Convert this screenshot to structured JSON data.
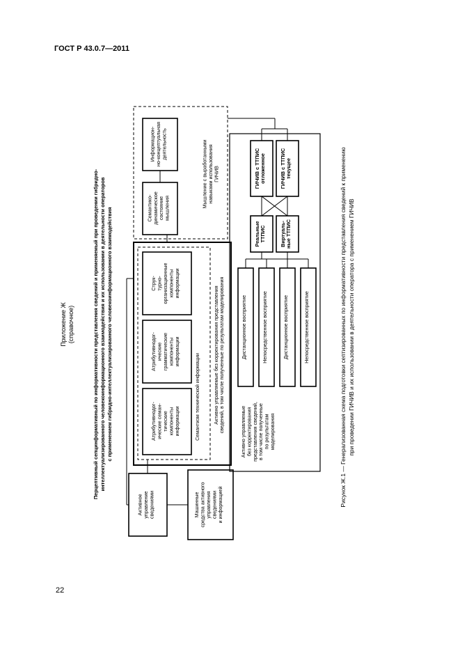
{
  "page": {
    "header": "ГОСТ Р 43.0.7—2011",
    "page_number": "22",
    "appendix_title": "Приложение Ж",
    "appendix_note": "(справочное)"
  },
  "figure": {
    "title": [
      "Перцептивный сепцинформативный по информативности представления сведений и применяемый при проведении гибридно-",
      "интеллектуализированного человекоинформационного взаимодействия и их использовании в деятельности операторов",
      "с применением гибридно-интеллектуализированного человекоинформационного взаимодействия"
    ],
    "caption": [
      "Рисунок Ж.1 — Генерализованная схема подготовки септизированных по информативности представления сведений к применению",
      "при проведении ГИЧИВ и их использовании в деятельности оператора с применением ГИЧИВ"
    ],
    "boxes": {
      "active_management": [
        "Активное",
        "управление",
        "сведениями"
      ],
      "machine_means": [
        "Машинные",
        "средства активного",
        "управления",
        "сведениями",
        "и информацией"
      ],
      "attr_semantic": [
        "Атрибутивнодог-",
        "ические семан-",
        "тические",
        "компоненты",
        "информации"
      ],
      "attr_grammatical": [
        "Атрибутивнодог-",
        "ические",
        "грамматические",
        "компоненты",
        "информации"
      ],
      "struct_org": [
        "Струк-",
        "турно-",
        "организационные",
        "компоненты",
        "информации"
      ],
      "semantic_tech_label": "Семантизм технической информации",
      "active_mgmt_caption": [
        "Активно управляемые без корректирования представления",
        "сведений, в том числе полученные по результатам моделирования"
      ],
      "thinking_caption": [
        "Мышление с выработанными",
        "навыками использования",
        "ГИЧИВ"
      ],
      "semantic_dynamic": [
        "Семантико-",
        "динамическое",
        "состояние",
        "мышления"
      ],
      "info_conceptual": [
        "Информацион-",
        "но-концептуальная",
        "деятельность"
      ],
      "real_ttpis": [
        "Реальные",
        "ТТПИС"
      ],
      "virtual_ttpis": [
        "Виртуаль-",
        "ные ТТПИС"
      ],
      "gichiv_delayed": [
        "ГИЧИВ с ТТПИС",
        "отложенное"
      ],
      "gichiv_current": [
        "ГИЧИВ с ТТПИС",
        "текущее"
      ],
      "perception": [
        "Дистанционное восприятие",
        "Непосредственное восприятие",
        "Дистанционное восприятие",
        "Непосредственное восприятие"
      ],
      "bottom_note": [
        "Активно управляемые",
        "без корректирования",
        "представления сведений,",
        "в том числе полученные",
        "по результатам",
        "моделирования"
      ]
    }
  }
}
